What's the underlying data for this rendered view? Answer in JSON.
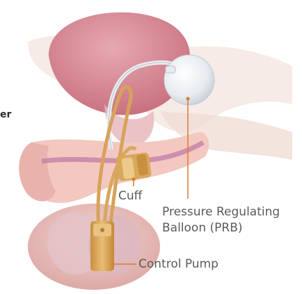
{
  "labels": {
    "cuff": "Cuff",
    "prb_line1": "Pressure Regulating",
    "prb_line2": "Balloon (PRB)",
    "control_pump": "Control Pump",
    "clipped_left": "er"
  },
  "colors": {
    "leader": "#e07a2a",
    "bladder": "#d98f9b",
    "tissue": "#f2c9c2",
    "device": "#d9a85a",
    "balloon": "#eef2f6"
  }
}
